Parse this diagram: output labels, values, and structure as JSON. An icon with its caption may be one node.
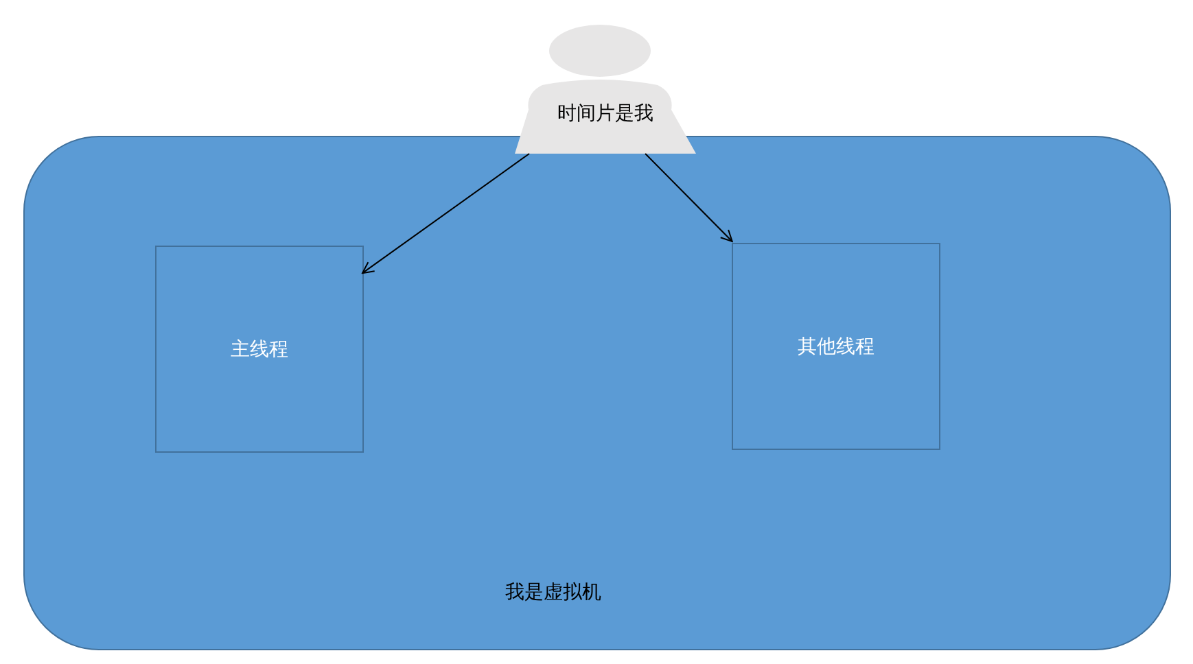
{
  "diagram": {
    "nodes": [
      {
        "text": [
          "我是虚拟机"
        ]
      },
      {
        "text": [
          "时间片是我"
        ]
      },
      {
        "text": [
          "主线程"
        ],
        "in": 0
      },
      {
        "text": [
          "其他线程"
        ],
        "in": 0
      }
    ],
    "edges": [
      {
        "from": 1,
        "to": 2,
        "arrow": "to"
      },
      {
        "from": 1,
        "to": 3,
        "arrow": "to"
      }
    ]
  }
}
